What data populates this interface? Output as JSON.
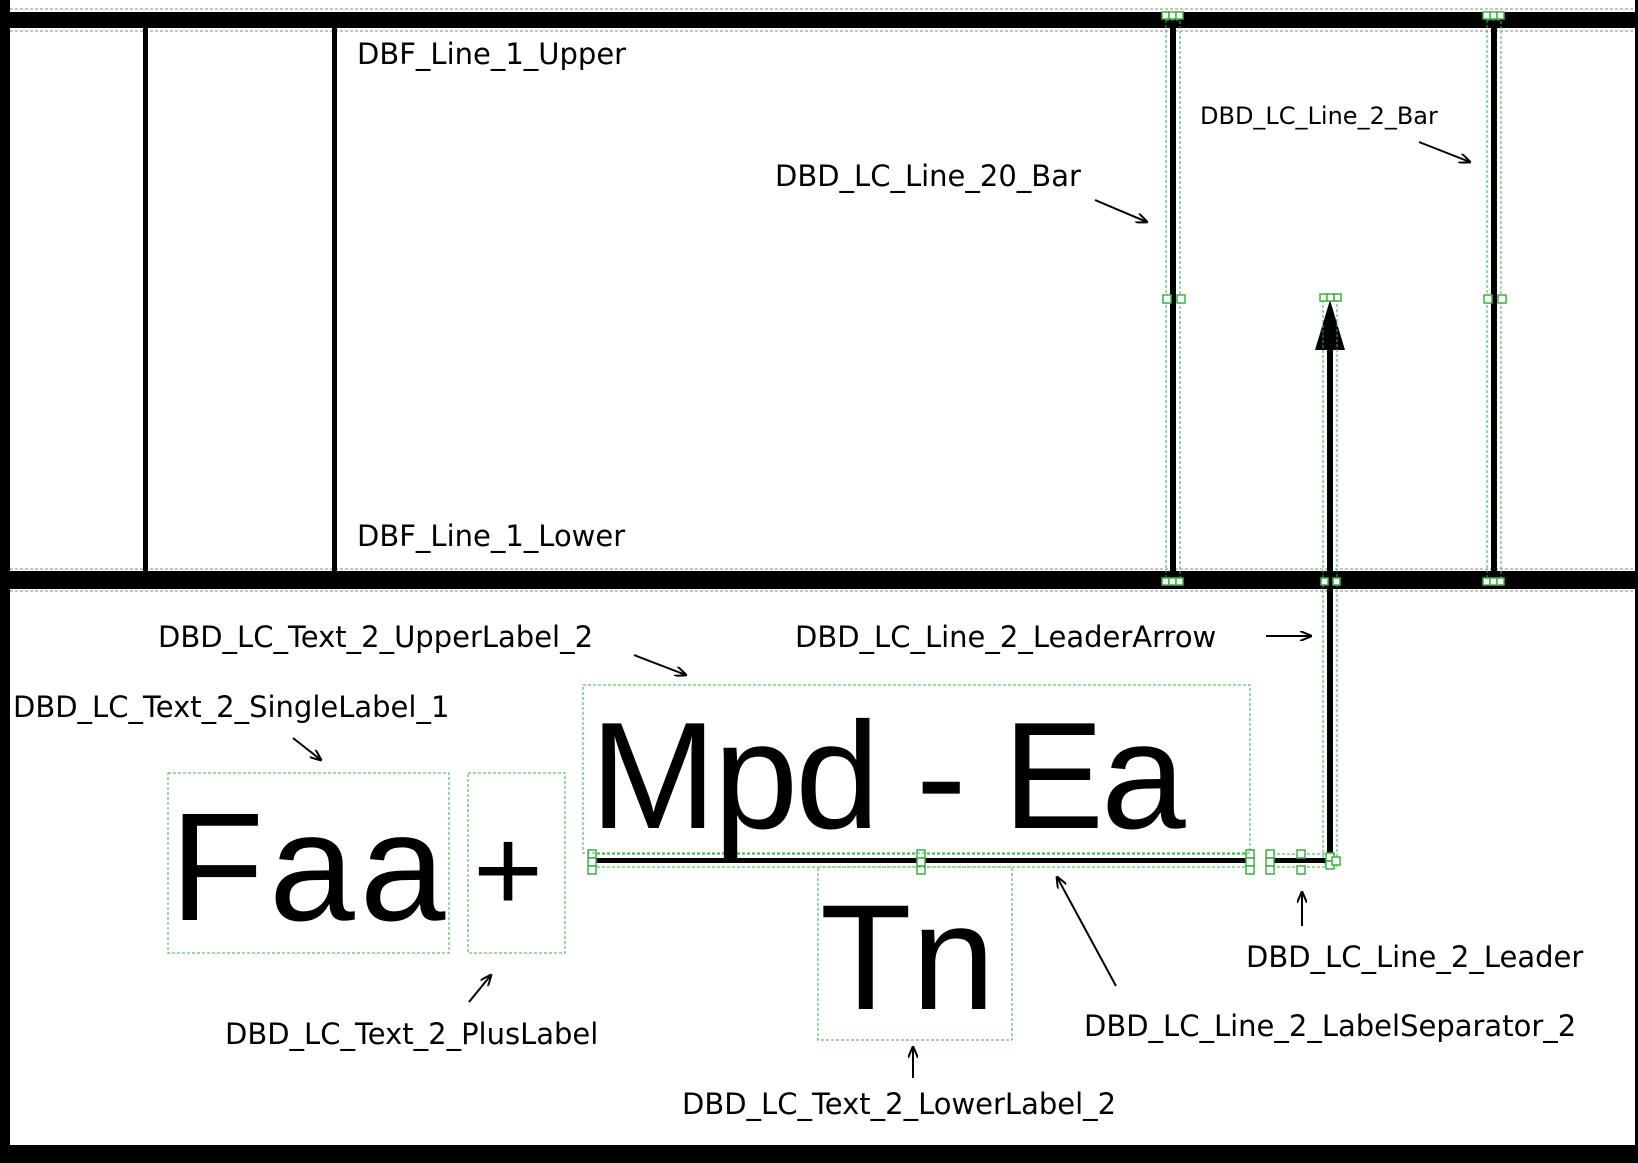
{
  "labels": {
    "line_1_upper": "DBF_Line_1_Upper",
    "line_1_lower": "DBF_Line_1_Lower",
    "line_20_bar": "DBD_LC_Line_20_Bar",
    "line_2_bar": "DBD_LC_Line_2_Bar",
    "upper_label_2": "DBD_LC_Text_2_UpperLabel_2",
    "leader_arrow": "DBD_LC_Line_2_LeaderArrow",
    "single_label_1": "DBD_LC_Text_2_SingleLabel_1",
    "plus_label": "DBD_LC_Text_2_PlusLabel",
    "leader": "DBD_LC_Line_2_Leader",
    "label_separator_2": "DBD_LC_Line_2_LabelSeparator_2",
    "lower_label_2": "DBD_LC_Text_2_LowerLabel_2"
  },
  "glyphs": {
    "single_label_1": "Faa",
    "plus_label": "+",
    "upper_label_2": "Mpd - Ea",
    "lower_label_2": "Tn"
  },
  "colors": {
    "line": "#000000",
    "selection": "#3cb043",
    "background": "#ffffff"
  }
}
